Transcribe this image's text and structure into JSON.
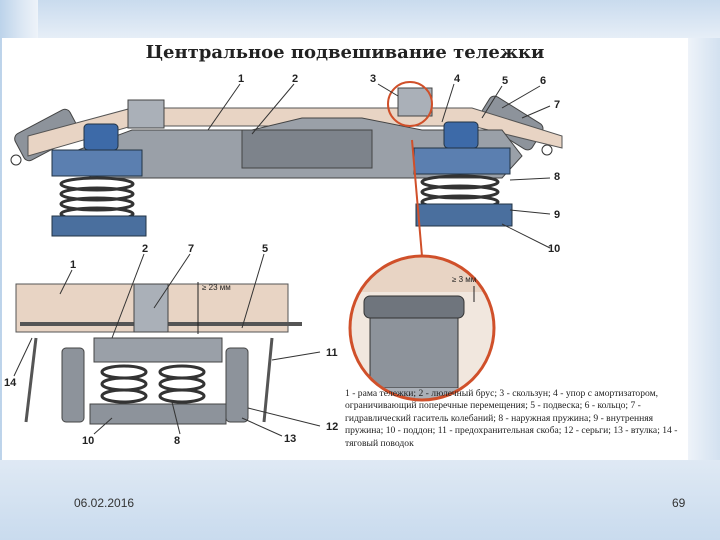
{
  "slide": {
    "title": "Центральное подвешивание тележки",
    "caption": "1 - рама тележки; 2 - люлечный брус; 3 - скользун; 4 - упор с амортизатором, ограничивающий поперечные перемещения; 5 - подвеска; 6 - кольцо; 7 - гидравлический гаситель колебаний; 8 - наружная пружина; 9 - внутренняя пружина; 10 - поддон; 11 - предохранительная скоба; 12 - серьги; 13 - втулка; 14 - тяговый поводок",
    "date": "06.02.2016",
    "page_number": "69"
  },
  "diagram": {
    "top_labels": [
      "1",
      "2",
      "3",
      "4",
      "5",
      "6",
      "7",
      "8",
      "9",
      "10"
    ],
    "bottom_labels": [
      "1",
      "2",
      "7",
      "5",
      "11",
      "12",
      "13",
      "8",
      "10",
      "14"
    ],
    "dim_bottom": "≥ 23 мм",
    "dim_zoom": "≥ 3 мм"
  },
  "colors": {
    "frame": "#e8d4c4",
    "bolster": "#9aa0a8",
    "spring": "#6c7fa0",
    "pan": "#4a6f9e",
    "zoom_ring": "#d0502a"
  }
}
